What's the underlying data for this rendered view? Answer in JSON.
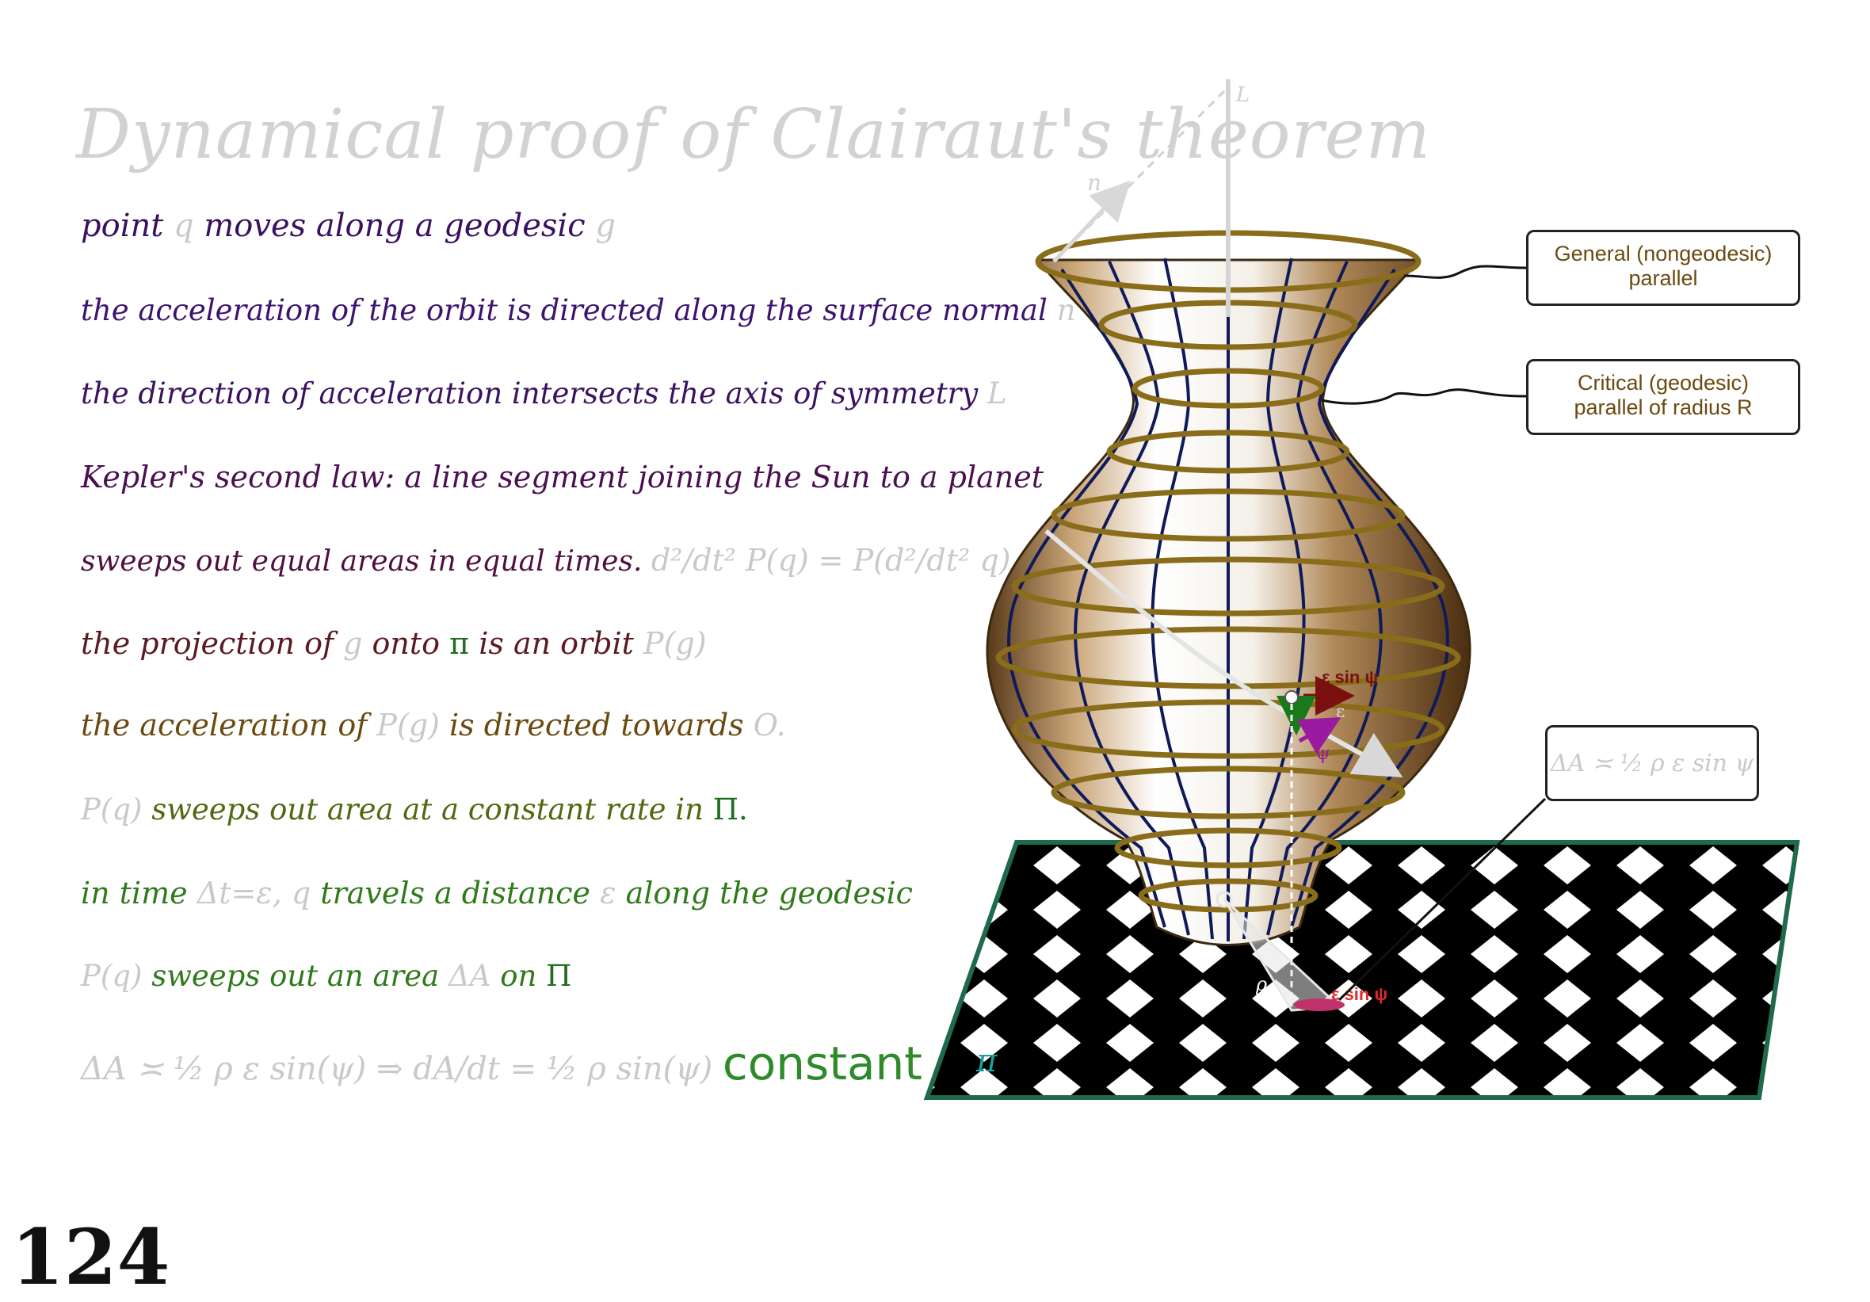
{
  "title": "Dynamical proof of Clairaut's theorem",
  "lines": [
    {
      "main": "point",
      "sym1": "q",
      "main2": "moves along a geodesic",
      "sym2": "g"
    },
    {
      "main": "the acceleration of the orbit is directed along the surface normal",
      "sym": "n"
    },
    {
      "main": "the direction of acceleration intersects the axis of symmetry",
      "sym": "L"
    },
    {
      "main": "Kepler's second law: a line segment joining the Sun to a planet"
    },
    {
      "main": "sweeps out equal areas in equal times.",
      "formula": "d²/dt² P(q) = P(d²/dt² q)"
    },
    {
      "main": "the projection of",
      "sym1": "g",
      "main2": "onto",
      "pi": "π",
      "main3": "is an orbit",
      "sym2": "P(g)"
    },
    {
      "main": "the acceleration of",
      "sym1": "P(g)",
      "main2": "is directed towards",
      "sym2": "O."
    },
    {
      "sym1": "P(q)",
      "main": "sweeps out area at a constant rate in",
      "pi": "Π."
    },
    {
      "main": "in time",
      "sym1": "Δt=ε,",
      "sym2": "q",
      "main2": "travels a distance",
      "sym3": "ε",
      "main3": "along the geodesic"
    },
    {
      "sym1": "P(q)",
      "main": "sweeps out an area",
      "sym2": "ΔA",
      "main2": "on",
      "pi": "Π"
    },
    {
      "formula": "ΔA ≍ ½ ρ ε sin(ψ) ⇒ dA/dt = ½ ρ sin(ψ)",
      "constant": "constant"
    }
  ],
  "callouts": {
    "general": {
      "line1": "General (nongeodesic)",
      "line2": "parallel"
    },
    "critical": {
      "line1": "Critical (geodesic)",
      "line2": "parallel of radius R"
    },
    "area": "ΔA ≍ ½ ρ ε sin ψ"
  },
  "diagram_labels": {
    "axis": "L",
    "normal": "n",
    "esin": "ε sin ψ",
    "psi": "ψ",
    "eps": "ε",
    "rho": "ρ",
    "plane_pi": "π",
    "ground_esin": "ε sin ψ"
  },
  "page_number": "124",
  "colors": {
    "parallel": "#8a6d1a",
    "meridian": "#0e1a5a",
    "plane_border": "#1e6a4a",
    "title": "#d2d2d2"
  }
}
